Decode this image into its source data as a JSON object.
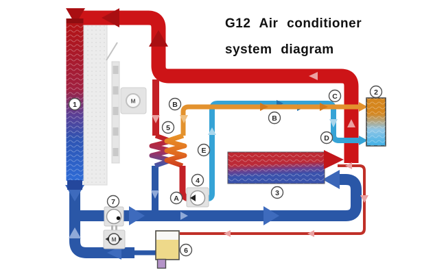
{
  "title": {
    "line1": "G12  Air  conditioner",
    "line2": "system  diagram"
  },
  "labels": {
    "comp1": "1",
    "comp2": "2",
    "comp3": "3",
    "comp4": "4",
    "comp5": "5",
    "comp6": "6",
    "comp7": "7",
    "port_a": "A",
    "port_b": "B",
    "port_b2": "B",
    "port_c": "C",
    "port_d": "D",
    "port_e": "E"
  },
  "motors": {
    "fan": "M",
    "aux": "M"
  },
  "colors": {
    "hot_coolant_pipe": "#cd1417",
    "hot_arrow": "#a90f12",
    "cold_coolant_pipe": "#2a57a7",
    "cold_arrow": "#3e6bbd",
    "refrigerant_hot_pipe": "#e3922e",
    "refrigerant_cold_pipe": "#35a3d6",
    "expansion_line": "#c03028",
    "tank_body": "#eed98a",
    "tank_stub": "#b493c8",
    "radiator_top": "#b31316",
    "radiator_bottom": "#2e6bd6",
    "engine_block_top": "#c02830",
    "engine_block_bottom": "#3952ac",
    "cooler_top": "#d5861e",
    "cooler_bottom": "#3fb0e6"
  }
}
